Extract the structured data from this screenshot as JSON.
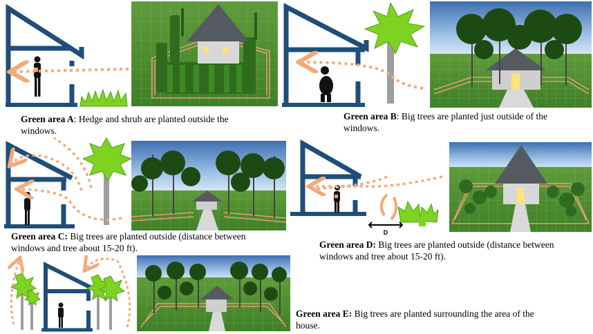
{
  "colors": {
    "house_outline": "#1f4e79",
    "airflow_arrow": "#f4a97a",
    "tree_canopy": "#7ed321",
    "trunk": "#9e9e9e",
    "grass": "#4c8f2e",
    "roof": "#555a60",
    "fence": "#e8a074"
  },
  "areas": {
    "a": {
      "title": "Green area A",
      "sep": ": ",
      "text": "Hedge and shrub are planted outside the windows."
    },
    "b": {
      "title": "Green area B",
      "sep": ": ",
      "text": "Big trees are planted just outside of the windows."
    },
    "c": {
      "title": "Green area C:",
      "sep": " ",
      "text": "Big trees are planted outside (distance between windows and tree about 15-20 ft)."
    },
    "d": {
      "title": "Green area D:",
      "sep": " ",
      "text": "Big trees are planted outside (distance between windows and tree about 15-20 ft).",
      "distance_label": "D"
    },
    "e": {
      "title": "Green area E:",
      "sep": " ",
      "text": "Big trees are planted surrounding the area of the house."
    }
  }
}
